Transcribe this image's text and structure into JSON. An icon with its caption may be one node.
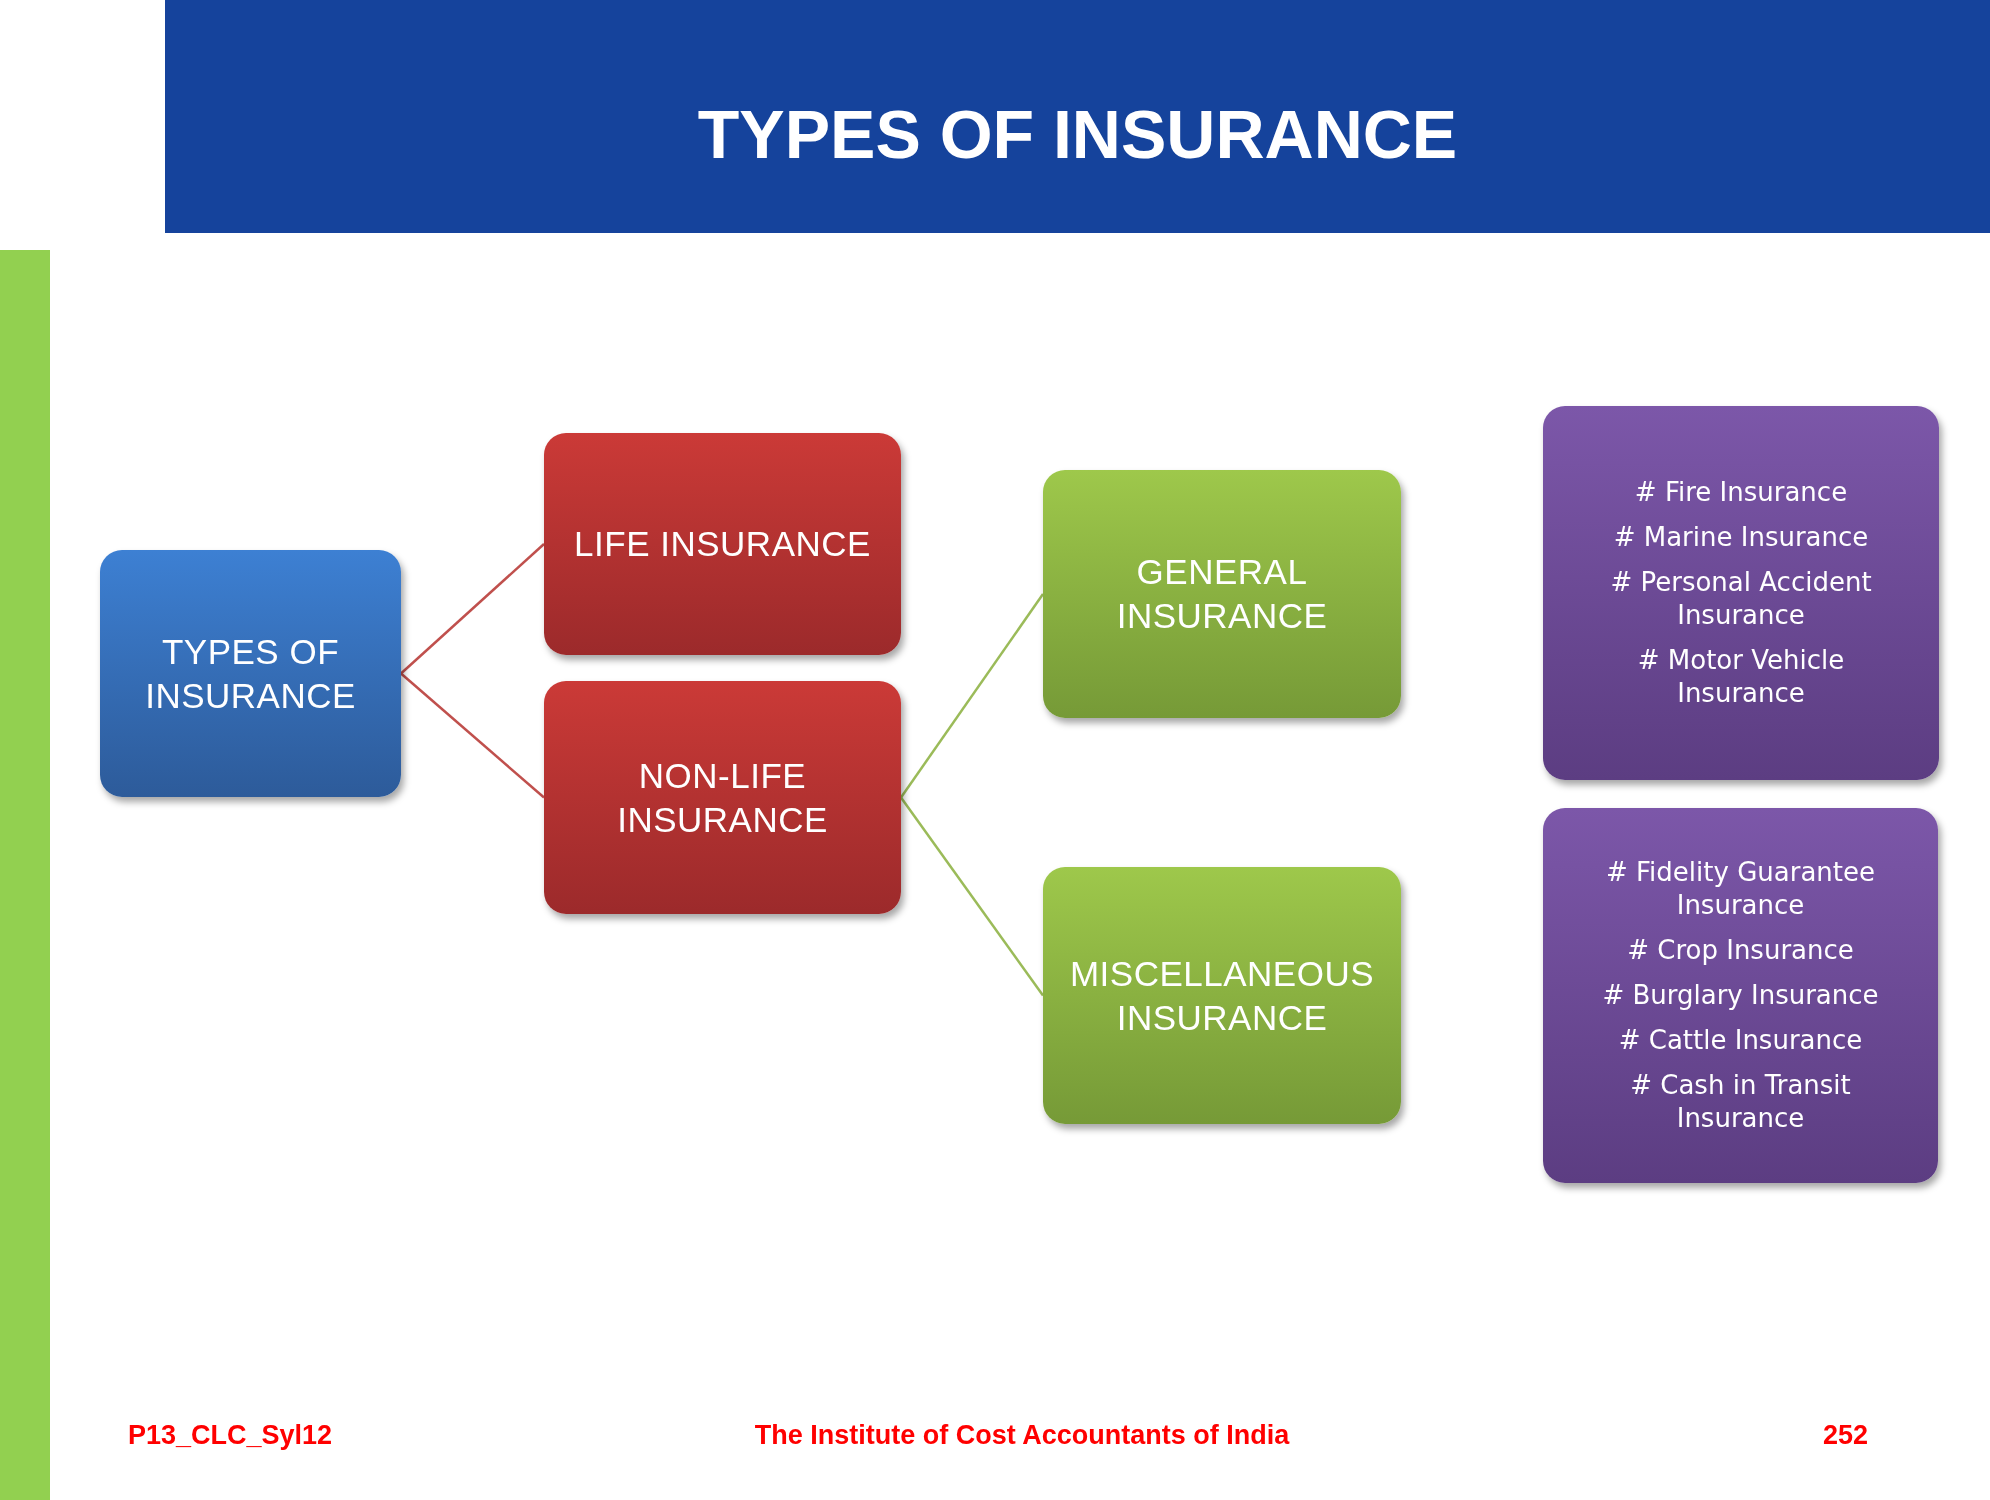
{
  "diagram": {
    "title": "TYPES OF INSURANCE",
    "nodes": [
      {
        "text": [
          "TYPES OF INSURANCE"
        ]
      },
      {
        "text": [
          "LIFE INSURANCE"
        ]
      },
      {
        "text": [
          "NON-LIFE INSURANCE"
        ]
      },
      {
        "text": [
          "GENERAL INSURANCE"
        ]
      },
      {
        "text": [
          "MISCELLANEOUS INSURANCE"
        ]
      },
      {
        "text": [
          "# Fire Insurance",
          "# Marine Insurance",
          "# Personal Accident Insurance",
          "# Motor Vehicle Insurance"
        ]
      },
      {
        "text": [
          "# Fidelity Guarantee Insurance",
          "# Crop Insurance",
          "# Burglary Insurance",
          "# Cattle Insurance",
          "# Cash in Transit Insurance"
        ]
      }
    ],
    "edges": [
      {
        "from": 0,
        "to": 1,
        "arrow": "none",
        "color": "#c0504d"
      },
      {
        "from": 0,
        "to": 2,
        "arrow": "none",
        "color": "#c0504d"
      },
      {
        "from": 2,
        "to": 3,
        "arrow": "none",
        "color": "#9bbb59"
      },
      {
        "from": 2,
        "to": 4,
        "arrow": "none",
        "color": "#9bbb59"
      }
    ],
    "labels": [
      "P13_CLC_Syl12",
      "The Institute of Cost Accountants of India",
      "252"
    ]
  }
}
